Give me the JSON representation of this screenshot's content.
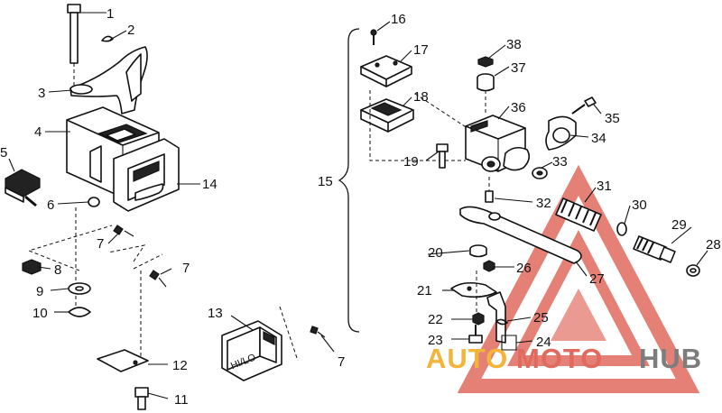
{
  "callouts": {
    "c1": "1",
    "c2": "2",
    "c3": "3",
    "c4": "4",
    "c5": "5",
    "c6": "6",
    "c7a": "7",
    "c7b": "7",
    "c7c": "7",
    "c8": "8",
    "c9": "9",
    "c10": "10",
    "c11": "11",
    "c12": "12",
    "c13": "13",
    "c14": "14",
    "c15": "15",
    "c16": "16",
    "c17": "17",
    "c18": "18",
    "c19": "19",
    "c20": "20",
    "c21": "21",
    "c22": "22",
    "c23": "23",
    "c24": "24",
    "c25": "25",
    "c26": "26",
    "c27": "27",
    "c28": "28",
    "c29": "29",
    "c30": "30",
    "c31": "31",
    "c32": "32",
    "c33": "33",
    "c34": "34",
    "c35": "35",
    "c36": "36",
    "c37": "37",
    "c38": "38"
  },
  "switch_label": "HI/LO",
  "watermark": {
    "part1": "AUTO",
    "part2": "MOTO",
    "part3": "HUB",
    "colors": {
      "gold": "#f3b43a",
      "red": "#e06a5e",
      "grey": "#7d7d7d"
    }
  }
}
